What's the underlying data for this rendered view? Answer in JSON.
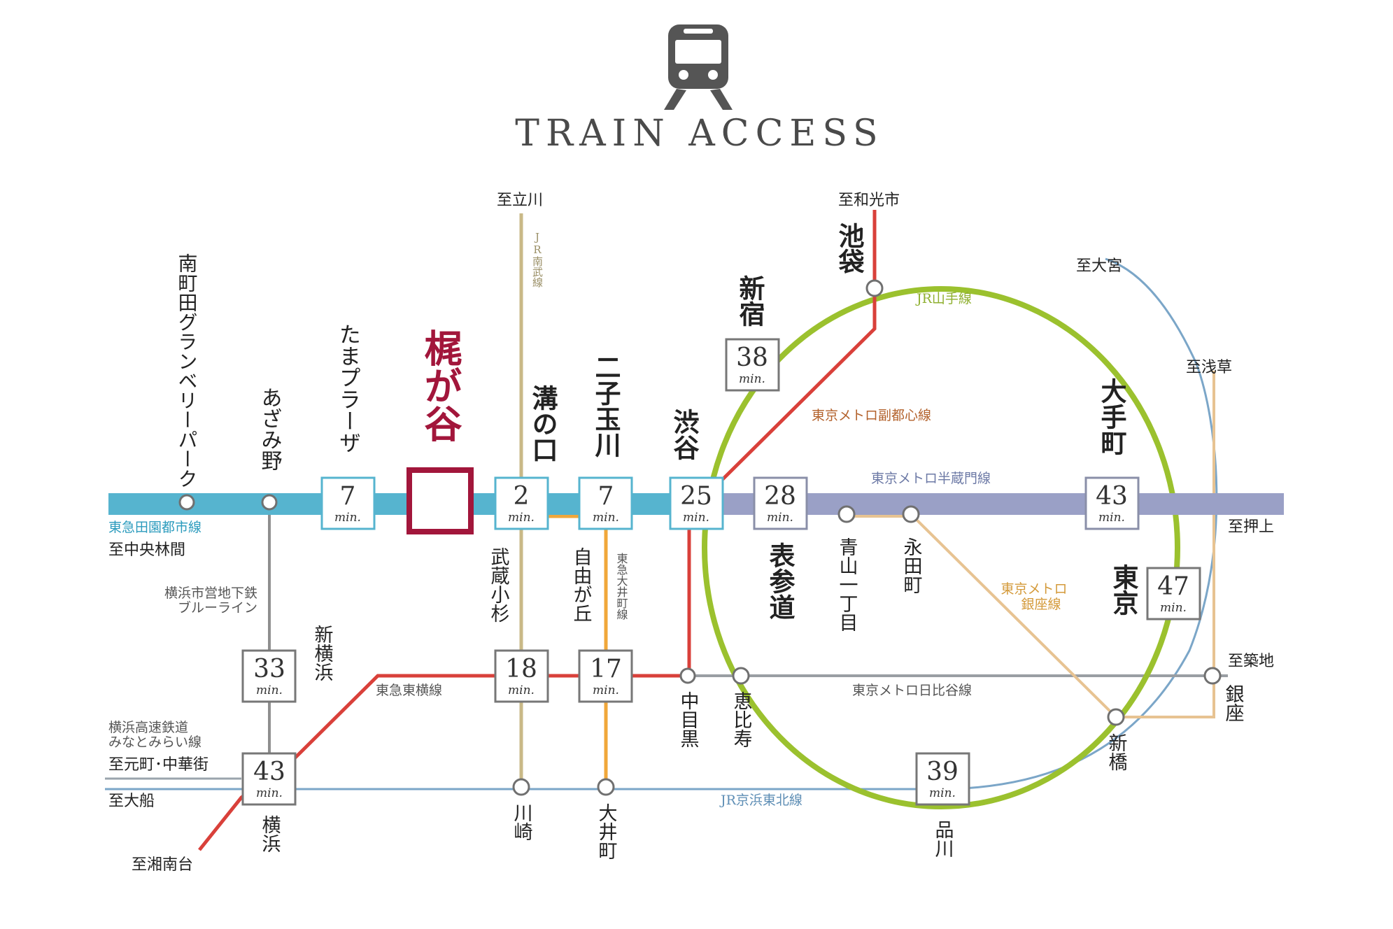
{
  "title": "TRAIN ACCESS",
  "colors": {
    "toyoko": "#d9403a",
    "denentoshi": "#56b4cf",
    "hanzomon": "#9aa0c6",
    "yamanote": "#9bc12e",
    "keihin": "#7ba6c8",
    "nambu": "#c9b987",
    "oimachi": "#f0a73a",
    "ginza": "#e7c392",
    "hibiya": "#9a9ea3",
    "blueline": "#8f8f8f",
    "minatomirai": "#9aa4ad",
    "home": "#a2163b"
  },
  "icon": "train-icon",
  "home_station": "梶が谷",
  "stations": {
    "minamimachida": "南町田グランベリーパーク",
    "azamino": "あざみ野",
    "tamaplaza": "たまプラーザ",
    "mizonokuchi": "溝の口",
    "futakotamagawa": "二子玉川",
    "shibuya": "渋谷",
    "shinjuku": "新宿",
    "ikebukuro": "池袋",
    "otemachi": "大手町",
    "tokyo": "東京",
    "omotesando": "表参道",
    "aoyamaitchome": "青山一丁目",
    "nagatacho": "永田町",
    "musashikosugi": "武蔵小杉",
    "jiyugaoka": "自由が丘",
    "nakameguro": "中目黒",
    "ebisu": "恵比寿",
    "ginza": "銀座",
    "shimbashi": "新橋",
    "shinagawa": "品川",
    "shinyokohama": "新横浜",
    "yokohama": "横浜",
    "kawasaki": "川崎",
    "oimachi": "大井町"
  },
  "directions": {
    "tachikawa": "至立川",
    "wakoshi": "至和光市",
    "omiya": "至大宮",
    "asakusa": "至浅草",
    "oshiage": "至押上",
    "chuorinkan": "至中央林間",
    "tsukiji": "至築地",
    "motomachi": "至元町･中華街",
    "ofuna": "至大船",
    "shonandai": "至湘南台"
  },
  "lines": {
    "nambu": "JR南武線",
    "yamanote": "JR山手線",
    "fukutoshin": "東京メトロ副都心線",
    "hanzomon": "東京メトロ半蔵門線",
    "denentoshi": "東急田園都市線",
    "blueline_1": "横浜市営地下鉄",
    "blueline_2": "ブルーライン",
    "oimachi": "東急大井町線",
    "ginza_1": "東京メトロ",
    "ginza_2": "銀座線",
    "toyoko": "東急東横線",
    "hibiya": "東京メトロ日比谷線",
    "minatomirai_1": "横浜高速鉄道",
    "minatomirai_2": "みなとみらい線",
    "keihin": "JR京浜東北線"
  },
  "unit": "min.",
  "times": {
    "tamaplaza": "7",
    "mizonokuchi": "2",
    "futakotamagawa": "7",
    "shibuya": "25",
    "omotesando": "28",
    "shinjuku": "38",
    "otemachi": "43",
    "tokyo": "47",
    "shinyokohama": "33",
    "musashikosugi": "18",
    "jiyugaoka": "17",
    "shinagawa": "39",
    "yokohama": "43"
  }
}
